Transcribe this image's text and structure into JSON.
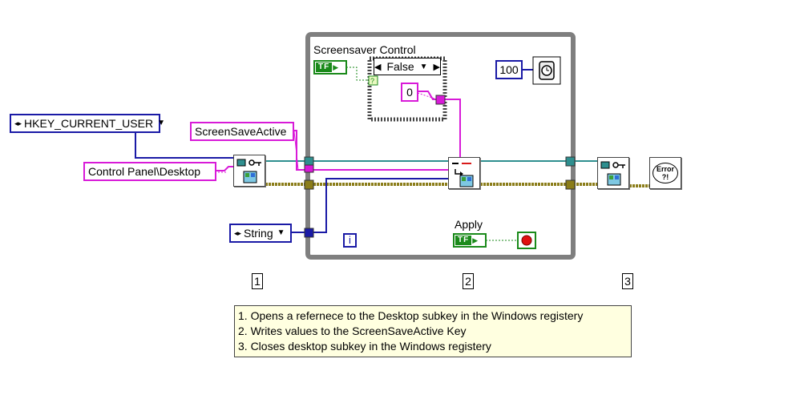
{
  "controls": {
    "hkey_ring": "HKEY_CURRENT_USER",
    "path_const": "Control Panel\\Desktop",
    "key_name_const": "ScreenSaveActive",
    "type_ring": "String",
    "wait_ms": "100",
    "selector_value": "0"
  },
  "loop": {
    "screensaver_label": "Screensaver Control",
    "case_selector": "False",
    "apply_label": "Apply",
    "iteration_terminal": "i"
  },
  "booleans": {
    "tf_label": "TF"
  },
  "icons": {
    "error": "Error ?!"
  },
  "step_markers": [
    "1",
    "2",
    "3"
  ],
  "comments": [
    "1. Opens a refernece to the Desktop subkey in the Windows registery",
    "2. Writes values to the ScreenSaveActive Key",
    "3. Closes desktop subkey in the Windows registery"
  ],
  "colors": {
    "refnum_wire": "#2f8f8f",
    "string_wire": "#d81ad8",
    "error_wire": "#8b7d1a",
    "enum_wire": "#1a1aa6",
    "boolean_wire": "#1a8a1a",
    "loop_border": "#7f7f7f"
  }
}
